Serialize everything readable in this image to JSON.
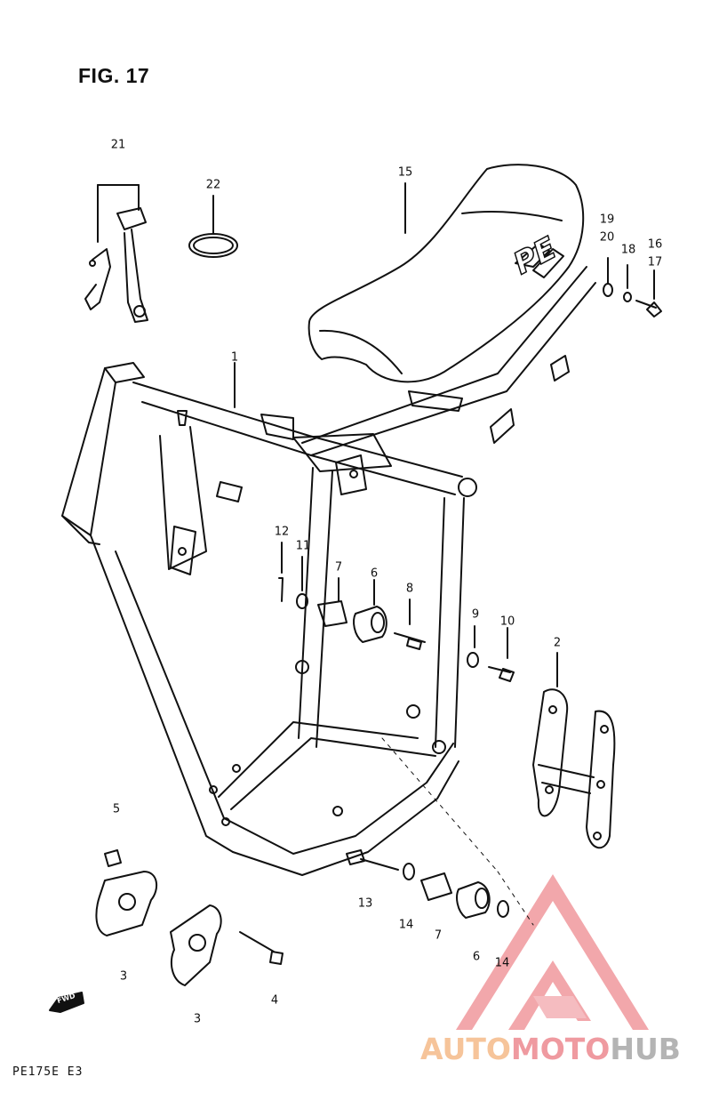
{
  "figure": {
    "title": "FIG. 17",
    "model_code": "PE175E E3"
  },
  "callouts": [
    {
      "id": "c21",
      "label": "21"
    },
    {
      "id": "c22",
      "label": "22"
    },
    {
      "id": "c15",
      "label": "15"
    },
    {
      "id": "c19",
      "label": "19"
    },
    {
      "id": "c20",
      "label": "20"
    },
    {
      "id": "c18",
      "label": "18"
    },
    {
      "id": "c16",
      "label": "16"
    },
    {
      "id": "c17",
      "label": "17"
    },
    {
      "id": "c1",
      "label": "1"
    },
    {
      "id": "c12",
      "label": "12"
    },
    {
      "id": "c11",
      "label": "11"
    },
    {
      "id": "c7a",
      "label": "7"
    },
    {
      "id": "c6a",
      "label": "6"
    },
    {
      "id": "c8",
      "label": "8"
    },
    {
      "id": "c9",
      "label": "9"
    },
    {
      "id": "c10",
      "label": "10"
    },
    {
      "id": "c2",
      "label": "2"
    },
    {
      "id": "c5",
      "label": "5"
    },
    {
      "id": "c13",
      "label": "13"
    },
    {
      "id": "c14a",
      "label": "14"
    },
    {
      "id": "c7b",
      "label": "7"
    },
    {
      "id": "c6b",
      "label": "6"
    },
    {
      "id": "c14b",
      "label": "14"
    },
    {
      "id": "c3a",
      "label": "3"
    },
    {
      "id": "c3b",
      "label": "3"
    },
    {
      "id": "c4",
      "label": "4"
    }
  ],
  "seat_emblem": "PE",
  "fwd_marker": "FWD",
  "watermark": {
    "part1": "AUTO",
    "part2": "MOTO",
    "part3": "HUB",
    "colors": {
      "part1": "#f6c49a",
      "part2": "#ef9aa0",
      "part3": "#b4b4b4",
      "logo": "#ef8f94"
    }
  }
}
